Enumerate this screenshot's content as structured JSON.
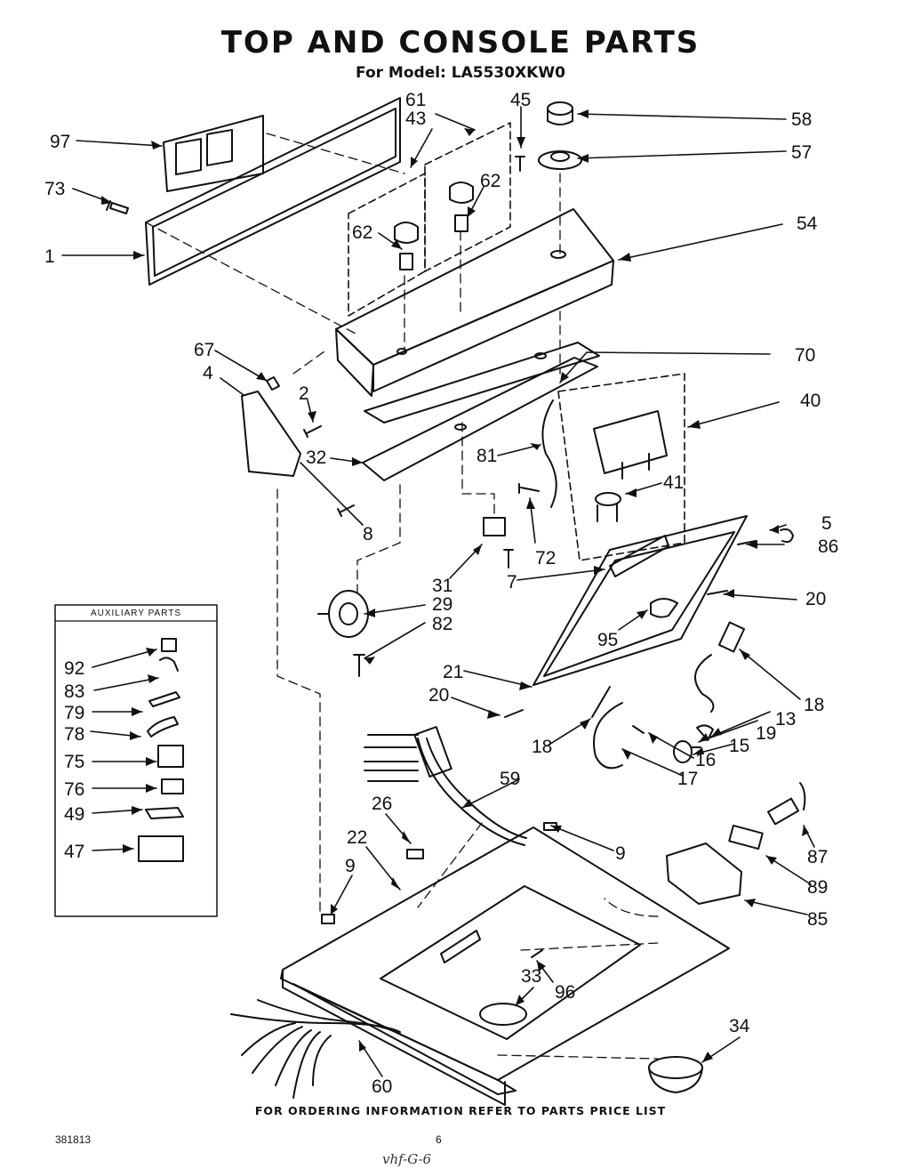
{
  "header": {
    "title": "TOP AND CONSOLE PARTS",
    "subtitle": "For Model: LA5530XKW0"
  },
  "auxiliary": {
    "title": "AUXILIARY PARTS"
  },
  "callouts": {
    "c97": "97",
    "c73": "73",
    "c1": "1",
    "c61": "61",
    "c43": "43",
    "c45": "45",
    "c58": "58",
    "c57": "57",
    "c62a": "62",
    "c62b": "62",
    "c54": "54",
    "c67": "67",
    "c4": "4",
    "c2": "2",
    "c70": "70",
    "c40": "40",
    "c32": "32",
    "c81": "81",
    "c41": "41",
    "c8": "8",
    "c5": "5",
    "c86": "86",
    "c72": "72",
    "c31": "31",
    "c7": "7",
    "c29": "29",
    "c20a": "20",
    "c82": "82",
    "c95": "95",
    "c21": "21",
    "c18a": "18",
    "c20b": "20",
    "c13": "13",
    "c19": "19",
    "c15": "15",
    "c18b": "18",
    "c16": "16",
    "c17": "17",
    "c59": "59",
    "c26": "26",
    "c9a": "9",
    "c22": "22",
    "c9b": "9",
    "c87": "87",
    "c89": "89",
    "c85": "85",
    "c33": "33",
    "c96": "96",
    "c34": "34",
    "c60": "60",
    "c92": "92",
    "c83": "83",
    "c79": "79",
    "c78": "78",
    "c75": "75",
    "c76": "76",
    "c49": "49",
    "c47": "47"
  },
  "footer": {
    "ordering_note": "FOR ORDERING INFORMATION REFER TO PARTS PRICE LIST",
    "doc_number": "381813",
    "page_number": "6",
    "handwritten_note": "vhf-G-6"
  }
}
